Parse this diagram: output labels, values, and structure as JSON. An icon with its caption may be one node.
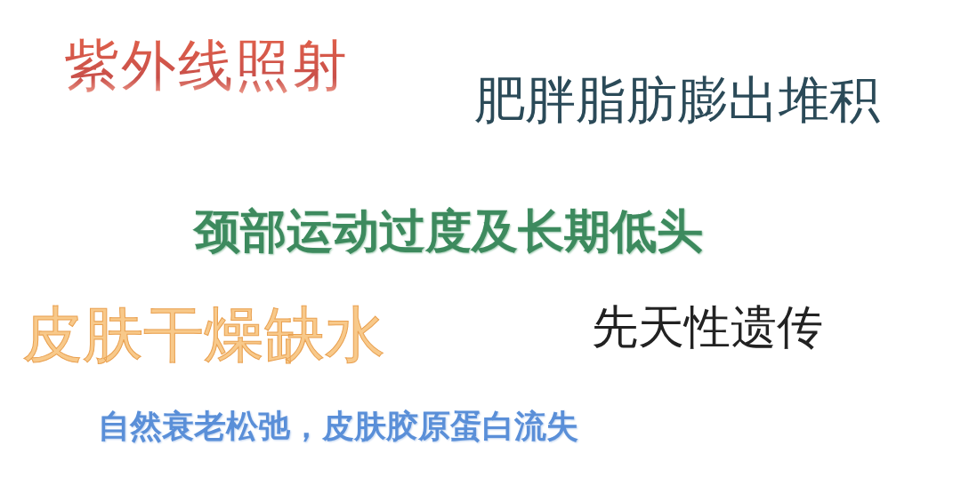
{
  "diagram": {
    "labels": [
      "紫外线照射",
      "肥胖脂肪膨出堆积",
      "颈部运动过度及长期低头",
      "皮肤干燥缺水",
      "先天性遗传",
      "自然衰老松弛，皮肤胶原蛋白流失"
    ]
  }
}
